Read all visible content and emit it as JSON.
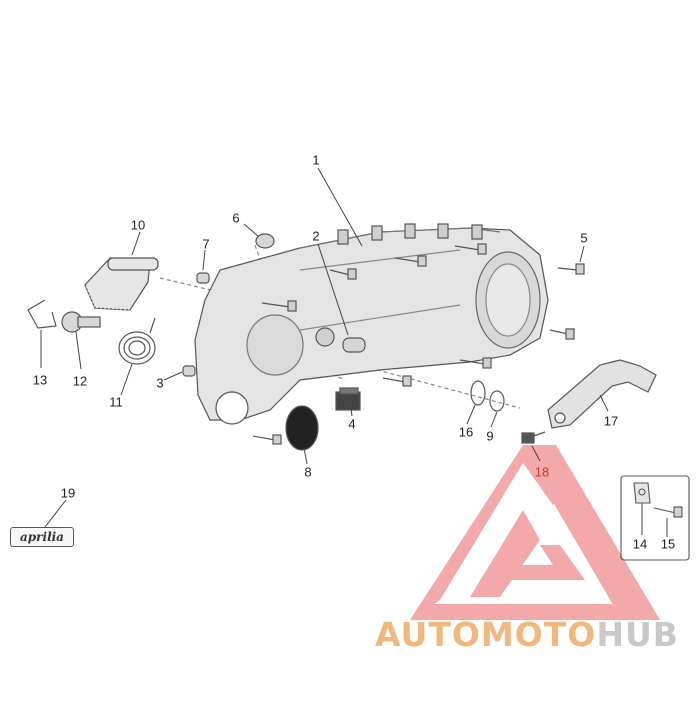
{
  "callouts": {
    "p1": "1",
    "p2": "2",
    "p3": "3",
    "p4": "4",
    "p5": "5",
    "p6": "6",
    "p7": "7",
    "p8": "8",
    "p9": "9",
    "p10": "10",
    "p11": "11",
    "p12": "12",
    "p13": "13",
    "p14": "14",
    "p15": "15",
    "p16": "16",
    "p17": "17",
    "p18": "18",
    "p19": "19"
  },
  "colors": {
    "callout_highlight": "#c0392b",
    "watermark_red": "#f08a8a",
    "brand_orange": "#f0b87d",
    "brand_gray": "#c9c9c9",
    "part_fill": "#e4e4e4",
    "line": "#555555"
  },
  "logo_plate": "aprilia",
  "watermark": {
    "part1": "AUTO",
    "part2": "MOTO",
    "part3": "HUB"
  }
}
